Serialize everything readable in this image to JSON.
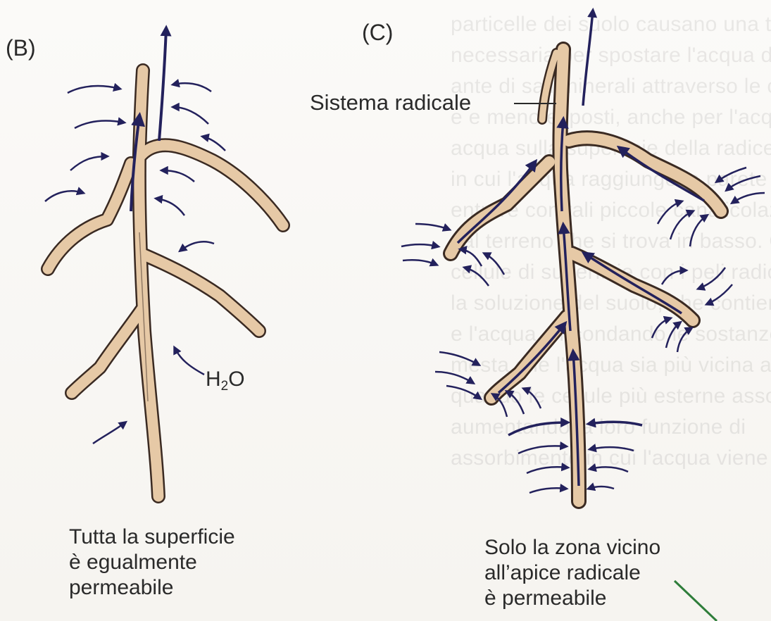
{
  "panels": {
    "b": {
      "letter": "(B)",
      "water_label": {
        "main": "H",
        "sub": "2",
        "tail": "O"
      },
      "caption": [
        "Tutta la superficie",
        "è egualmente",
        "permeabile"
      ]
    },
    "c": {
      "letter": "(C)",
      "root_system_label": "Sistema radicale",
      "caption": [
        "Solo la zona vicino",
        "all’apice radicale",
        "è permeabile"
      ]
    }
  },
  "colors": {
    "root_fill": "#e6c9a6",
    "root_outline": "#3a2a22",
    "arrow": "#23215c",
    "text": "#2a2a2a",
    "marker_line": "#2e7d3a"
  }
}
